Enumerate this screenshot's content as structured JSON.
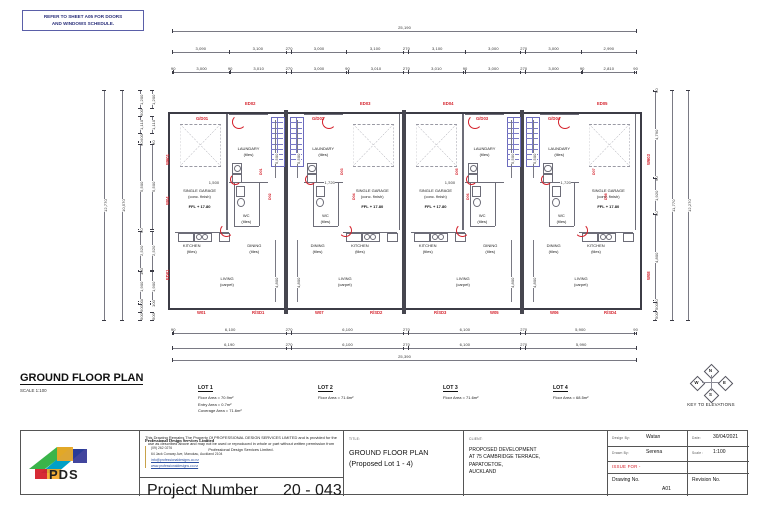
{
  "note_box": {
    "line1": "REFER TO SHEET A05 FOR DOORS",
    "line2": "AND WINDOWS SCHEDULE."
  },
  "plan": {
    "title": "GROUND FLOOR PLAN",
    "scale": "SCALE 1:100",
    "rooms": {
      "garage": "SINGLE GARAGE",
      "garage_sub": "(conc. finish)",
      "ffl": "FFL + 17.80",
      "laundry": "LAUNDARY",
      "laundry_sub": "(tiles)",
      "wc": "WC",
      "wc_sub": "(tiles)",
      "kitchen": "KITCHEN",
      "kitchen_sub": "(tiles)",
      "dining": "DINING",
      "dining_sub": "(tiles)",
      "living": "LIVING",
      "living_sub": "(carpet)"
    },
    "door_labels_top": [
      "G/D01",
      "ED02",
      "G/D02",
      "ED03",
      "ED04",
      "G/D03",
      "G/D04",
      "ED05"
    ],
    "window_labels_bottom": [
      "W01",
      "R/SD1",
      "W07",
      "R/SD2",
      "R/SD3",
      "W05",
      "W06",
      "R/SD4"
    ],
    "side_labels_left": [
      "W601",
      "W04",
      "ED01"
    ],
    "side_labels_right": [
      "W603",
      "W08"
    ],
    "interior_door_labels": [
      "D01",
      "D02",
      "D03",
      "D04",
      "D05",
      "D06",
      "D07",
      "D08"
    ],
    "internal_dims": [
      "1,500",
      "1,500",
      "1,720",
      "1,720"
    ],
    "dims_top_overall": "25,190",
    "dims_top_row1": [
      "3,090",
      "3,100",
      "270",
      "3,000",
      "3,100",
      "270",
      "3,100",
      "3,000",
      "270",
      "3,000",
      "2,990"
    ],
    "dims_top_row2": [
      "90",
      "3,000",
      "90",
      "3,010",
      "270",
      "3,000",
      "90",
      "3,010",
      "270",
      "3,010",
      "90",
      "3,000",
      "270",
      "3,000",
      "90",
      "2,810",
      "90"
    ],
    "dims_bottom_overall": "25,390",
    "dims_bottom_row1": [
      "90",
      "6,100",
      "270",
      "6,100",
      "270",
      "6,100",
      "270",
      "5,900",
      "90"
    ],
    "dims_bottom_row2": [
      "6,190",
      "270",
      "6,100",
      "270",
      "6,100",
      "270",
      "5,990"
    ],
    "dims_left_overall": "12,770",
    "dims_left_col2": "10,570",
    "dims_left_col1": [
      "1,200",
      "500",
      "1,110",
      "500",
      "90",
      "90",
      "5,500",
      "90",
      "2,520",
      "100",
      "1,900",
      "100",
      "100",
      "500",
      "500"
    ],
    "dims_right_overall": "12,270",
    "dims_right_col2": "11,770",
    "dims_right_col1": [
      "90",
      "4,790",
      "90",
      "1,920",
      "90",
      "4,800",
      "90",
      "500",
      "500"
    ]
  },
  "lots": [
    {
      "name": "LOT 1",
      "lines": [
        "Floor Area = 70.9m²",
        "Entry Area = 0.7m²",
        "Coverage Area = 71.6m²"
      ]
    },
    {
      "name": "LOT 2",
      "lines": [
        "Floor Area = 71.6m²"
      ]
    },
    {
      "name": "LOT 3",
      "lines": [
        "Floor Area = 71.6m²"
      ]
    },
    {
      "name": "LOT 4",
      "lines": [
        "Floor Area = 68.5m²"
      ]
    }
  ],
  "compass": {
    "north": "N",
    "east": "E",
    "south": "S",
    "west": "W",
    "caption": "KEY TO ELEVATIONS"
  },
  "title_block": {
    "company_name": "Professional Design Services Limited",
    "phone": "(09) 262 0276",
    "address": "64 Jack Conway Ave, Manukau, Auckland 2104",
    "email": "info@professionaldesigns.co.nz",
    "website": "www.professionaldesigns.co.nz",
    "logo_text": "PDS",
    "disclaimer": "This Drawing Remains The Property Of PROFESSIONAL DESIGN SERVICES LIMITED and is provided for the use as described above and may not be used or reproduced in whole or part without written permission from Professional Design Services Limited.",
    "project_number_label": "Project Number",
    "project_number_value": "20 - 043",
    "title_label": "TITLE:",
    "title_value": "GROUND FLOOR PLAN",
    "title_value2": "(Proposed Lot 1 - 4)",
    "client_label": "CLIENT:",
    "client_lines": [
      "PROPOSED DEVELOPMENT",
      "AT 75 CAMBRIDGE TERRACE,",
      "PAPATOETOE,",
      "AUCKLAND"
    ],
    "design_by_label": "Design By:",
    "design_by_value": "Watan",
    "drawn_by_label": "Drawn By:",
    "drawn_by_value": "Serena",
    "date_label": "Date:",
    "date_value": "30/04/2021",
    "scale_label": "Scale :",
    "scale_value": "1:100",
    "issue_for": "ISSUE FOR -",
    "drawing_no_label": "Drawing No.",
    "drawing_no_value": "A01",
    "revision_no_label": "Revision No.",
    "revision_no_value": ""
  },
  "colors": {
    "red": "#d4202a",
    "note_blue": "#2a2f7a",
    "link_blue": "#2b4fa0",
    "wall": "#3c3c46"
  }
}
